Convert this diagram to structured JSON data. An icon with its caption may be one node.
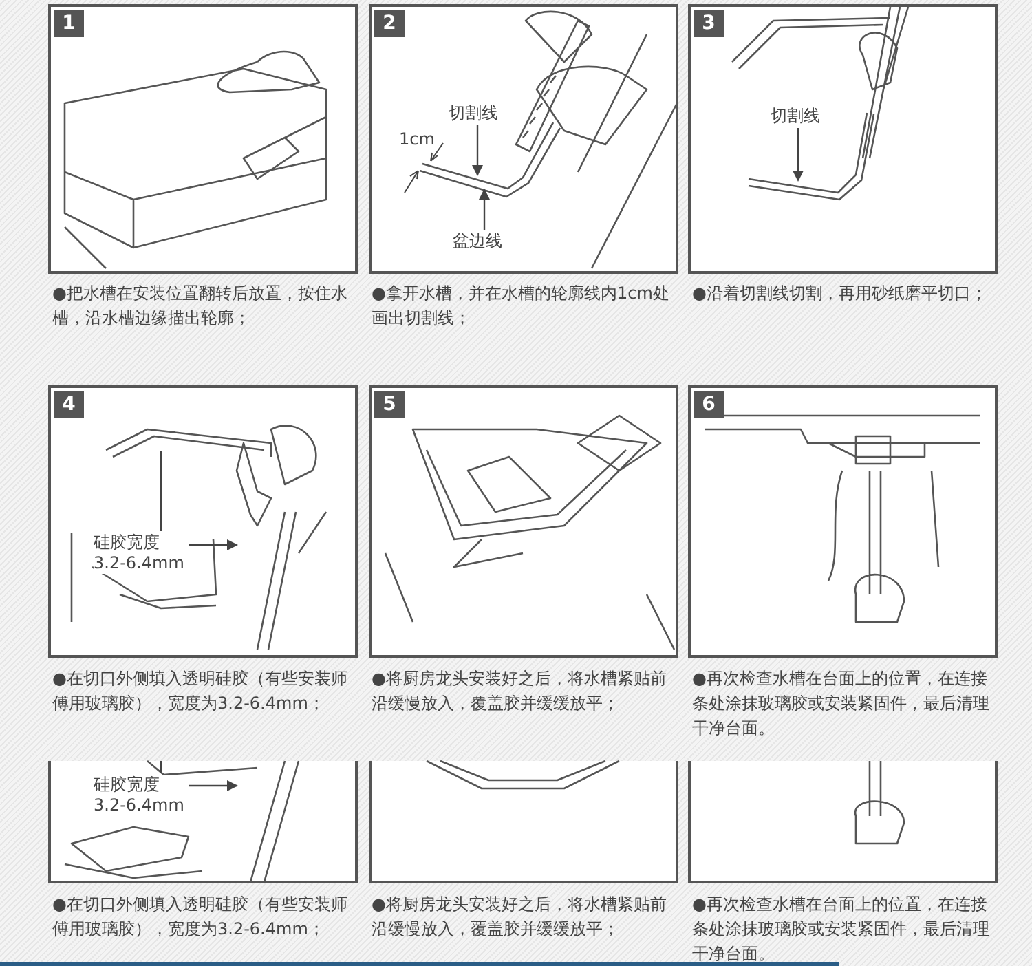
{
  "diagram": {
    "nodes": [
      {
        "text": [
          "1"
        ],
        "beside": [
          "●把水槽在安装位置翻转后放置，按住水槽，沿水槽边缘描出轮廓；"
        ]
      },
      {
        "text": [
          "2"
        ],
        "beside": [
          "●拿开水槽，并在水槽的轮廓线内1cm处画出切割线；"
        ]
      },
      {
        "text": [
          "3"
        ],
        "beside": [
          "●沿着切割线切割，再用砂纸磨平切口；"
        ]
      },
      {
        "text": [
          "4"
        ],
        "beside": [
          "●在切口外侧填入透明硅胶（有些安装师傅用玻璃胶），宽度为3.2-6.4mm；"
        ]
      },
      {
        "text": [
          "5"
        ],
        "beside": [
          "●将厨房龙头安装好之后，将水槽紧贴前沿缓慢放入，覆盖胶并缓缓放平；"
        ]
      },
      {
        "text": [
          "6"
        ],
        "beside": [
          "●再次检查水槽在台面上的位置，在连接条处涂抹玻璃胶或安装紧固件，最后清理干净台面。"
        ]
      },
      {
        "text": [
          "切割线"
        ],
        "in": 1
      },
      {
        "text": [
          "盆边线"
        ],
        "in": 1
      },
      {
        "text": [
          "切割线"
        ],
        "in": 2
      },
      {
        "text": [
          "硅胶宽度 3.2-6.4mm"
        ],
        "in": 3
      },
      {
        "text": [],
        "shape": "box",
        "beside": [
          "●在切口外侧填入透明硅胶（有些安装师傅用玻璃胶），宽度为3.2-6.4mm；"
        ]
      },
      {
        "text": [],
        "shape": "box",
        "beside": [
          "●将厨房龙头安装好之后，将水槽紧贴前沿缓慢放入，覆盖胶并缓缓放平；"
        ]
      },
      {
        "text": [],
        "shape": "box",
        "beside": [
          "●再次检查水槽在台面上的位置，在连接条处涂抹玻璃胶或安装紧固件，最后清理干净台面。"
        ]
      },
      {
        "text": [
          "硅胶宽度 3.2-6.4mm"
        ],
        "in": 10
      }
    ],
    "edges": [
      {
        "from": 6,
        "to": null,
        "arrow": "to"
      },
      {
        "from": 7,
        "to": null,
        "arrow": "to"
      },
      {
        "from": 8,
        "to": null,
        "arrow": "to"
      },
      {
        "from": 9,
        "to": null,
        "arrow": "to"
      },
      {
        "from": 9,
        "to": null,
        "arrow": "none"
      },
      {
        "from": 13,
        "to": null,
        "arrow": "to"
      },
      {
        "from": 13,
        "to": null,
        "arrow": "none"
      }
    ],
    "labels": [
      "1cm"
    ]
  }
}
